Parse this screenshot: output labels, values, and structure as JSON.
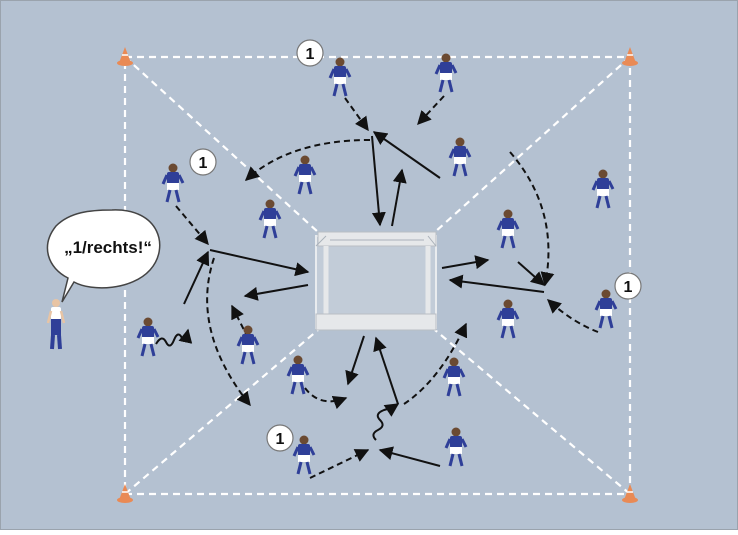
{
  "diagram": {
    "background_color": "#b4c1d1",
    "line_color": "#ffffff",
    "arrow_color": "#111111",
    "speech_bubble_text": "„1/rechts!“",
    "markers": [
      "1",
      "1",
      "1",
      "1"
    ],
    "player_shirt_color": "#2f3f98",
    "player_shorts_color": "#ffffff",
    "coach_shirt_color": "#ffffff",
    "coach_pants_color": "#2f3f98",
    "cone_color": "#e98a55"
  }
}
